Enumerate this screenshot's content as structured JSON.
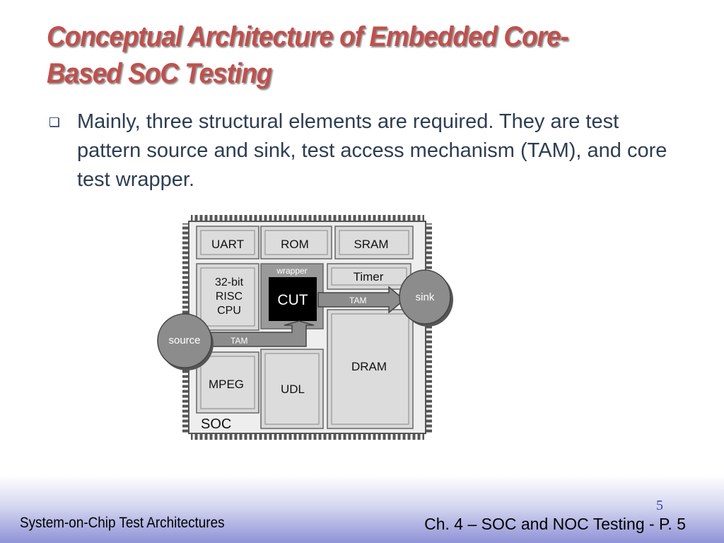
{
  "slide": {
    "title_line1": "Conceptual Architecture of Embedded Core-",
    "title_line2": "Based SoC Testing",
    "bullet": "Mainly, three structural elements are required. They are test pattern source and sink, test access mechanism (TAM), and core test wrapper.",
    "slide_number": "5",
    "footer_left": "System-on-Chip Test Architectures",
    "footer_right": "Ch. 4 – SOC and NOC Testing - P. 5"
  },
  "diagram": {
    "uart": "UART",
    "rom": "ROM",
    "sram": "SRAM",
    "cpu_line1": "32-bit",
    "cpu_line2": "RISC",
    "cpu_line3": "CPU",
    "wrapper": "wrapper",
    "cut": "CUT",
    "timer": "Timer",
    "sink": "sink",
    "source": "source",
    "tam_in": "TAM",
    "tam_out": "TAM",
    "dram": "DRAM",
    "mpeg": "MPEG",
    "udl": "UDL",
    "soc": "SOC"
  },
  "colors": {
    "title": "#c0504d",
    "body_text": "#2e3d52",
    "slide_number": "#3d3db0"
  }
}
